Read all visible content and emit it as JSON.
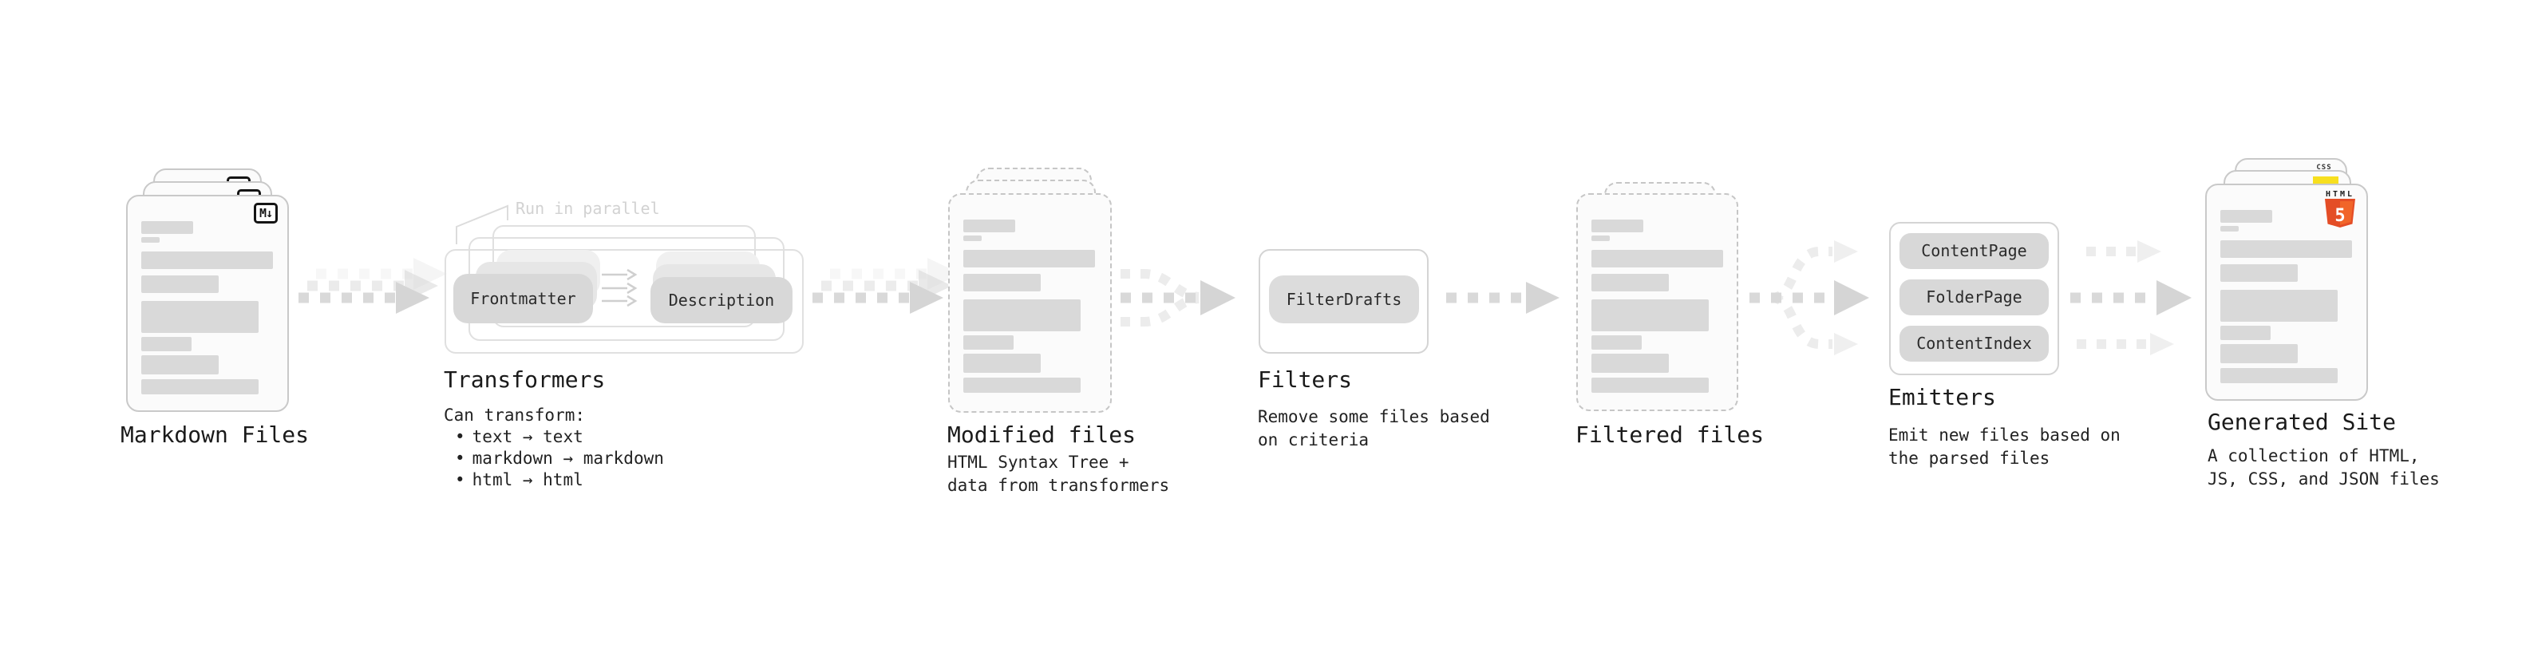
{
  "stages": {
    "markdown_files": {
      "label": "Markdown Files",
      "badge_icon": "markdown-icon",
      "badge_text": "M↓",
      "file_count": 3
    },
    "transformers": {
      "label": "Transformers",
      "annotation": "Run in parallel",
      "pills": [
        "Frontmatter",
        "Description"
      ],
      "note_title": "Can transform:",
      "bullet_char": "•",
      "bullets": [
        "text → text",
        "markdown → markdown",
        "html → html"
      ],
      "stack_count": 3
    },
    "modified_files": {
      "label": "Modified files",
      "note_lines": [
        "HTML Syntax Tree +",
        "data from transformers"
      ],
      "file_count": 3
    },
    "filters": {
      "label": "Filters",
      "pills": [
        "FilterDrafts"
      ],
      "note_lines": [
        "Remove some files based",
        "on criteria"
      ]
    },
    "filtered_files": {
      "label": "Filtered files",
      "file_count": 2
    },
    "emitters": {
      "label": "Emitters",
      "pills": [
        "ContentPage",
        "FolderPage",
        "ContentIndex"
      ],
      "note_lines": [
        "Emit new files based on",
        "the parsed files"
      ]
    },
    "generated_site": {
      "label": "Generated Site",
      "note_lines": [
        "A collection of HTML,",
        "JS, CSS, and JSON files"
      ],
      "badges": {
        "html": "HTML",
        "html_number": "5",
        "css": "CSS"
      },
      "file_count": 3
    }
  },
  "colors": {
    "background": "#ffffff",
    "caption_text": "#1a1a1a",
    "muted_annotation": "#d2d2d2",
    "card_border": "#c9c9c9",
    "pill_fill": "#d8d8d8",
    "arrow_gray": "#d9d9d9",
    "html5_orange": "#e44d26",
    "html5_orange_light": "#f16529",
    "js_yellow": "#f7df1e",
    "css_blue": "#2d7ef7"
  }
}
